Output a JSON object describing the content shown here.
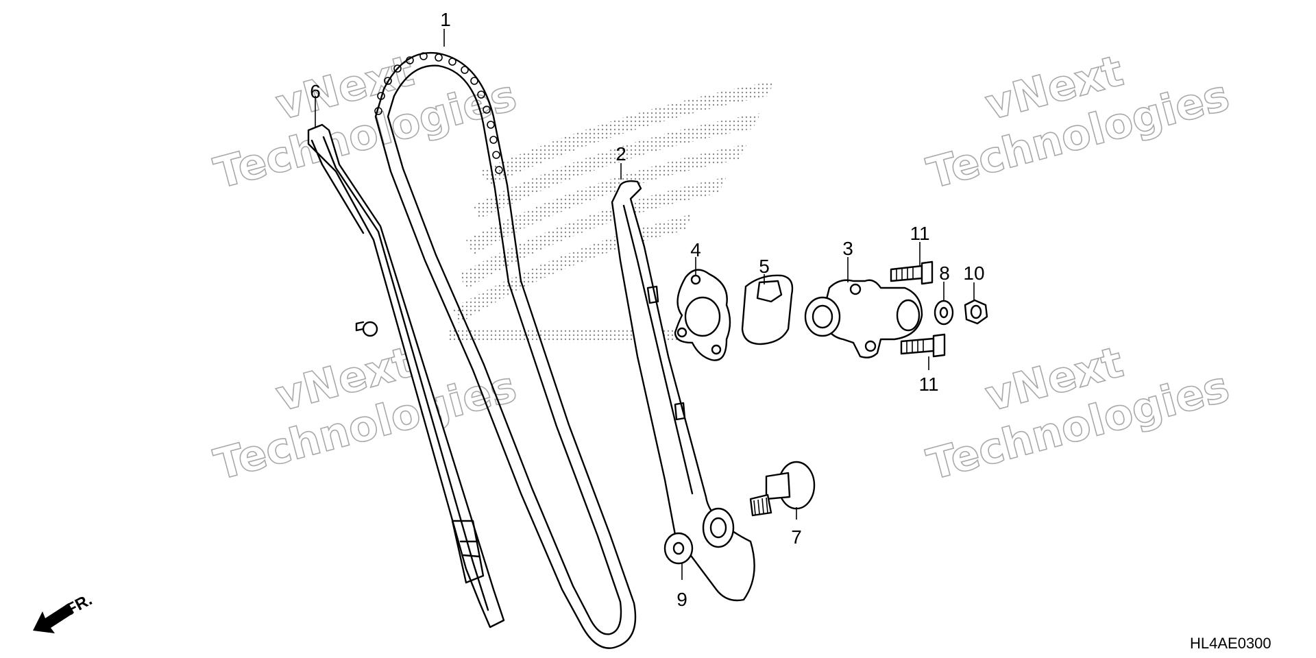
{
  "diagram": {
    "parts": [
      {
        "id": "chain",
        "number": "1"
      },
      {
        "id": "tensioner-guide",
        "number": "2"
      },
      {
        "id": "tensioner-lifter",
        "number": "3"
      },
      {
        "id": "gasket",
        "number": "4"
      },
      {
        "id": "cap",
        "number": "5"
      },
      {
        "id": "chain-guide",
        "number": "6"
      },
      {
        "id": "pivot-bolt",
        "number": "7"
      },
      {
        "id": "washer-8",
        "number": "8"
      },
      {
        "id": "washer-9",
        "number": "9"
      },
      {
        "id": "nut-10",
        "number": "10"
      },
      {
        "id": "bolt-11-upper",
        "number": "11"
      },
      {
        "id": "bolt-11-lower",
        "number": "11"
      }
    ],
    "direction_indicator": "FR.",
    "diagram_code": "HL4AE0300",
    "watermark": {
      "line1": "vNext",
      "line2": "Technologies"
    }
  }
}
